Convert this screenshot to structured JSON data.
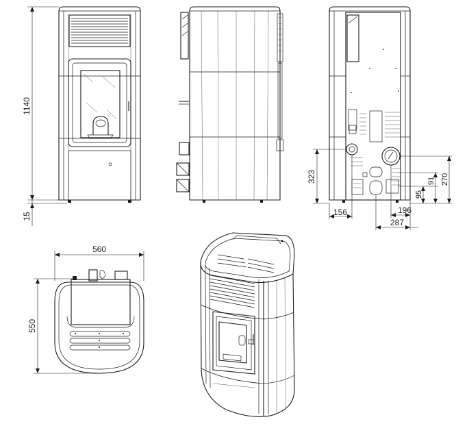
{
  "dimensions": {
    "front_height": "1140",
    "front_foot": "15",
    "back_outlet_height": "323",
    "back_left_offset": "156",
    "back_right_offset": "196",
    "back_total_offset": "287",
    "back_91": "91",
    "back_270": "270",
    "back_95": "95",
    "top_width": "560",
    "top_depth": "550"
  },
  "colors": {
    "line": "#1a1a1a",
    "background": "#ffffff"
  }
}
